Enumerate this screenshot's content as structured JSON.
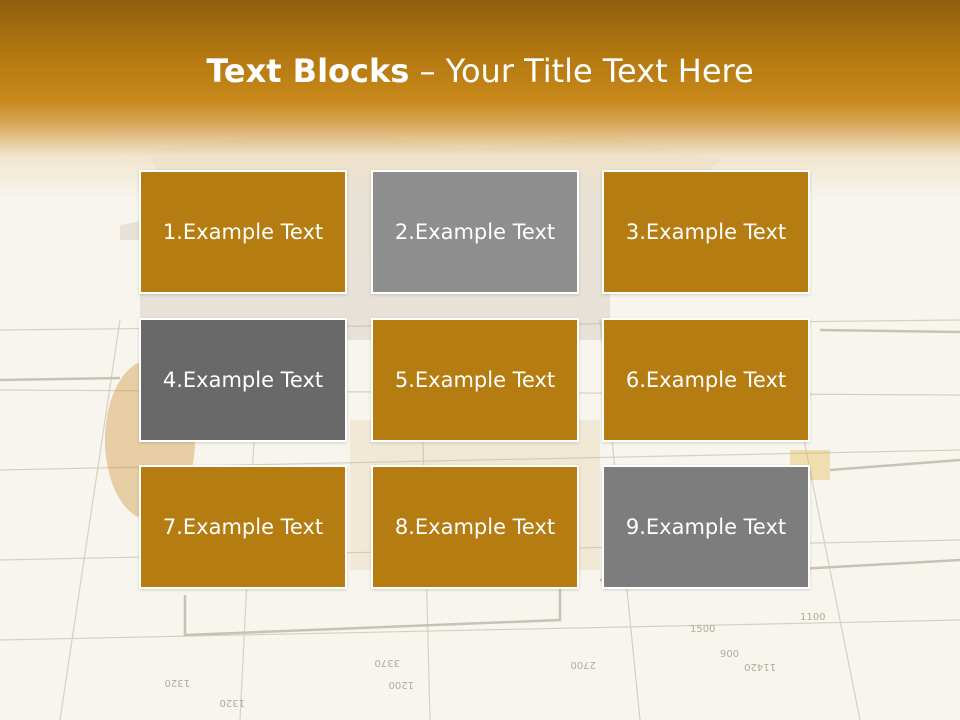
{
  "slide": {
    "title_bold": "Text Blocks",
    "title_sep": " – ",
    "title_rest": "Your Title Text Here"
  },
  "blocks": [
    {
      "label": "1.Example Text",
      "color": "#b57c12"
    },
    {
      "label": "2.Example Text",
      "color": "#8e8e8e"
    },
    {
      "label": "3.Example Text",
      "color": "#b57c12"
    },
    {
      "label": "4.Example Text",
      "color": "#696969"
    },
    {
      "label": "5.Example Text",
      "color": "#b57c12"
    },
    {
      "label": "6.Example Text",
      "color": "#b57c12"
    },
    {
      "label": "7.Example Text",
      "color": "#b57c12"
    },
    {
      "label": "8.Example Text",
      "color": "#b57c12"
    },
    {
      "label": "9.Example Text",
      "color": "#7d7d7d"
    }
  ],
  "colors": {
    "accent": "#b57c12",
    "header_dark": "#8f5f0f",
    "gray_light": "#8e8e8e",
    "gray_dark": "#696969"
  },
  "background_image": "house-on-blueprint-image"
}
